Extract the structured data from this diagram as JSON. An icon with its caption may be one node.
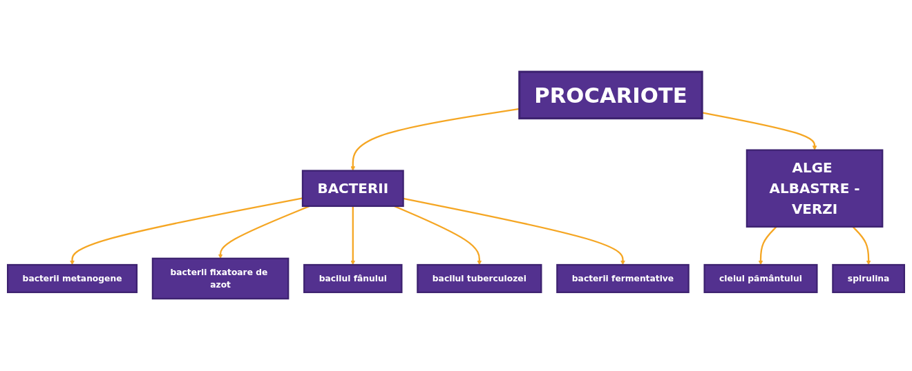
{
  "diagram": {
    "nodes": [
      {
        "text": [
          "PROCARIOTE"
        ]
      },
      {
        "text": [
          "BACTERII"
        ]
      },
      {
        "text": [
          "ALGE ALBASTRE -VERZI"
        ]
      },
      {
        "text": [
          "bacterii metanogene"
        ]
      },
      {
        "text": [
          "bacterii fixatoare de azot"
        ]
      },
      {
        "text": [
          "bacilul fânului"
        ]
      },
      {
        "text": [
          "bacilul tuberculozei"
        ]
      },
      {
        "text": [
          "bacterii fermentative"
        ]
      },
      {
        "text": [
          "cleiul pământului"
        ]
      },
      {
        "text": [
          "spirulina"
        ]
      }
    ],
    "edges": [
      {
        "from": 0,
        "to": 1,
        "arrow": "to"
      },
      {
        "from": 0,
        "to": 2,
        "arrow": "to"
      },
      {
        "from": 1,
        "to": 3,
        "arrow": "to"
      },
      {
        "from": 1,
        "to": 4,
        "arrow": "to"
      },
      {
        "from": 1,
        "to": 5,
        "arrow": "to"
      },
      {
        "from": 1,
        "to": 6,
        "arrow": "to"
      },
      {
        "from": 1,
        "to": 7,
        "arrow": "to"
      },
      {
        "from": 2,
        "to": 8,
        "arrow": "to"
      },
      {
        "from": 2,
        "to": 9,
        "arrow": "to"
      }
    ]
  }
}
